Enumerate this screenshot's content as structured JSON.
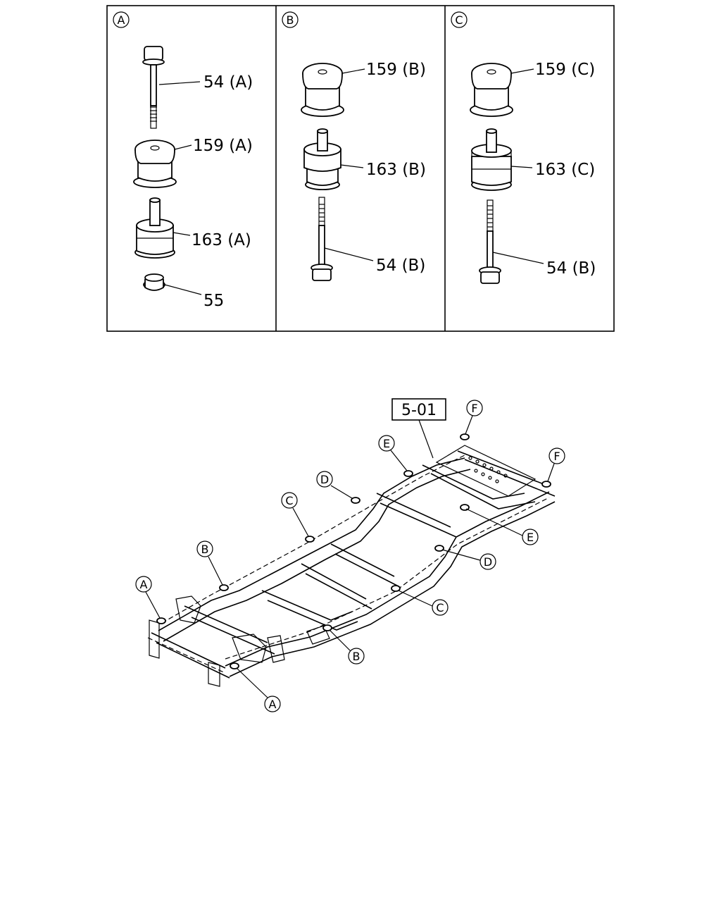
{
  "panels": [
    {
      "id": "A",
      "parts": [
        {
          "key": "bolt",
          "label": "54 (A)"
        },
        {
          "key": "upper_mount",
          "label": "159 (A)"
        },
        {
          "key": "lower_mount",
          "label": "163 (A)"
        },
        {
          "key": "nut",
          "label": "55"
        }
      ]
    },
    {
      "id": "B",
      "parts": [
        {
          "key": "upper_mount",
          "label": "159 (B)"
        },
        {
          "key": "lower_mount",
          "label": "163 (B)"
        },
        {
          "key": "bolt",
          "label": "54 (B)"
        }
      ]
    },
    {
      "id": "C",
      "parts": [
        {
          "key": "upper_mount",
          "label": "159 (C)"
        },
        {
          "key": "lower_mount",
          "label": "163 (C)"
        },
        {
          "key": "bolt",
          "label": "54 (B)"
        }
      ]
    }
  ],
  "frame": {
    "ref_box": "5-01",
    "callouts": [
      "F",
      "F",
      "E",
      "E",
      "D",
      "D",
      "C",
      "C",
      "B",
      "B",
      "A",
      "A"
    ]
  }
}
